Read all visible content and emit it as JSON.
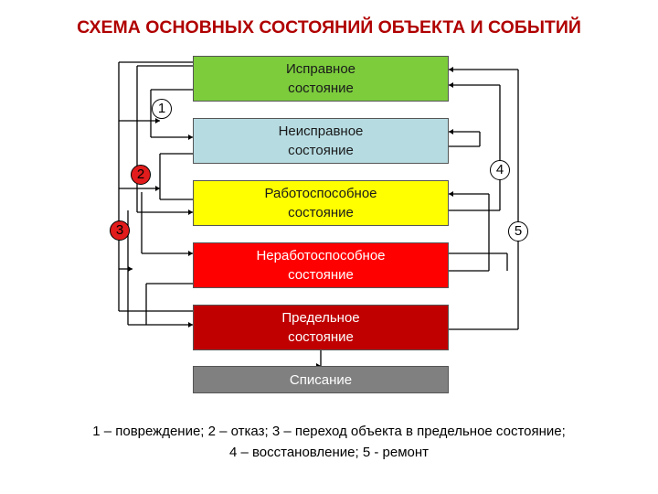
{
  "title": "СХЕМА ОСНОВНЫХ СОСТОЯНИЙ ОБЪЕКТА И СОБЫТИЙ",
  "states": [
    {
      "label": "Исправное\nсостояние",
      "color": "#7ccc3c"
    },
    {
      "label": "Неисправное\nсостояние",
      "color": "#b6dce2"
    },
    {
      "label": "Работоспособное\nсостояние",
      "color": "#ffff00"
    },
    {
      "label": "Неработоспособное\nсостояние",
      "color": "#ff0000"
    },
    {
      "label": "Предельное\nсостояние",
      "color": "#c00000"
    },
    {
      "label": "Списание",
      "color": "#808080"
    }
  ],
  "events": {
    "e1": "1",
    "e2": "2",
    "e3": "3",
    "e4": "4",
    "e5": "5"
  },
  "badge_colors": {
    "white": "#ffffff",
    "red": "#e21c1c"
  },
  "legend": {
    "line1": "1 – повреждение; 2 – отказ; 3 – переход объекта в предельное состояние;",
    "line2": "4 – восстановление; 5 - ремонт"
  }
}
